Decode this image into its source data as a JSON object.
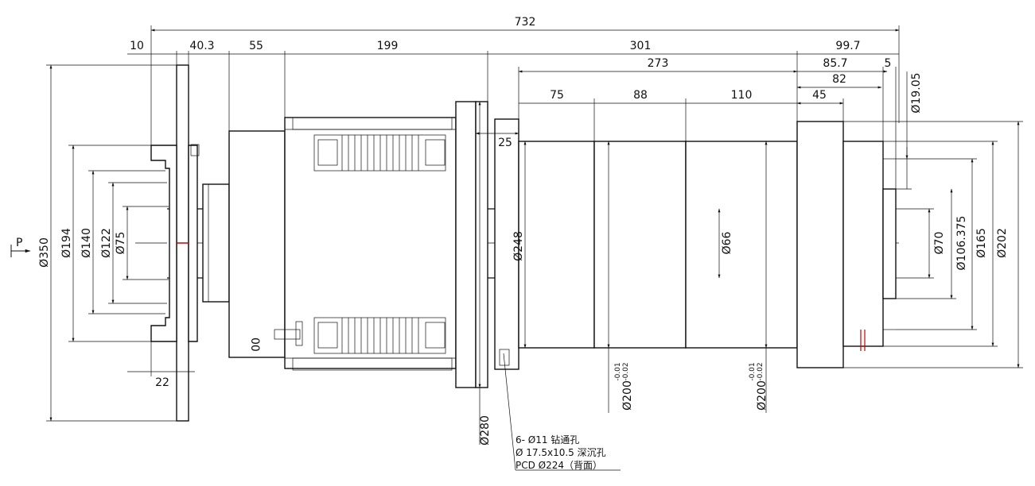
{
  "horizontal_dims": {
    "overall": "732",
    "d10": "10",
    "d40": "40.3",
    "d55": "55",
    "d199": "199",
    "d301": "301",
    "d99": "99.7",
    "d273": "273",
    "d85": "85.7",
    "d5": "5",
    "d82": "82",
    "d75": "75",
    "d88": "88",
    "d110": "110",
    "d45": "45",
    "d25": "25",
    "d22": "22"
  },
  "diameter_dims": {
    "phi350": "Ø350",
    "phi194": "Ø194",
    "phi140": "Ø140",
    "phi122": "Ø122",
    "phi75": "Ø75",
    "phi248": "Ø248",
    "phi66": "Ø66",
    "phi280": "Ø280",
    "phi200a": "Ø200",
    "phi200b": "Ø200",
    "phi19": "Ø19.05",
    "phi70": "Ø70",
    "phi106": "Ø106.375",
    "phi165": "Ø165",
    "phi202": "Ø202"
  },
  "tolerances": {
    "upper": "-0.01",
    "lower": "-0.02"
  },
  "arrow_label": "P",
  "body_mark": "00",
  "hole_note": {
    "line1": "6- Ø11 钻通孔",
    "line2": "Ø 17.5x10.5 深沉孔",
    "line3": "PCD Ø224（背面）"
  }
}
